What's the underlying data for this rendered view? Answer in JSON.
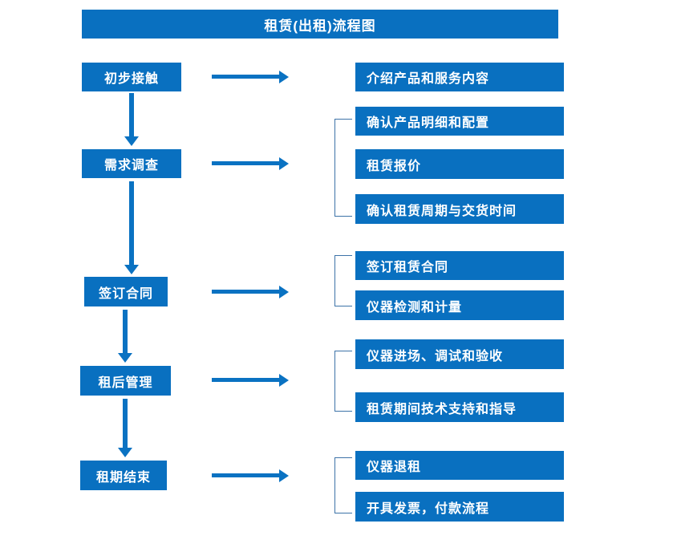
{
  "colors": {
    "brand_blue": "#0970c0",
    "arrow_blue": "#0a72c2",
    "bracket_blue": "#3d73a8",
    "box_text": "#ffffff",
    "background": "#ffffff"
  },
  "header": {
    "title": "租赁(出租)流程图"
  },
  "stages": [
    {
      "label": "初步接触"
    },
    {
      "label": "需求调查"
    },
    {
      "label": "签订合同"
    },
    {
      "label": "租后管理"
    },
    {
      "label": "租期结束"
    }
  ],
  "tasks": [
    {
      "label": "介绍产品和服务内容"
    },
    {
      "label": "确认产品明细和配置"
    },
    {
      "label": "租赁报价"
    },
    {
      "label": "确认租赁周期与交货时间"
    },
    {
      "label": "签订租赁合同"
    },
    {
      "label": "仪器检测和计量"
    },
    {
      "label": "仪器进场、调试和验收"
    },
    {
      "label": "租赁期间技术支持和指导"
    },
    {
      "label": "仪器退租"
    },
    {
      "label": "开具发票，付款流程"
    }
  ],
  "connectors": {
    "down_arrows": 4,
    "right_arrows": 5,
    "brackets": 4
  }
}
